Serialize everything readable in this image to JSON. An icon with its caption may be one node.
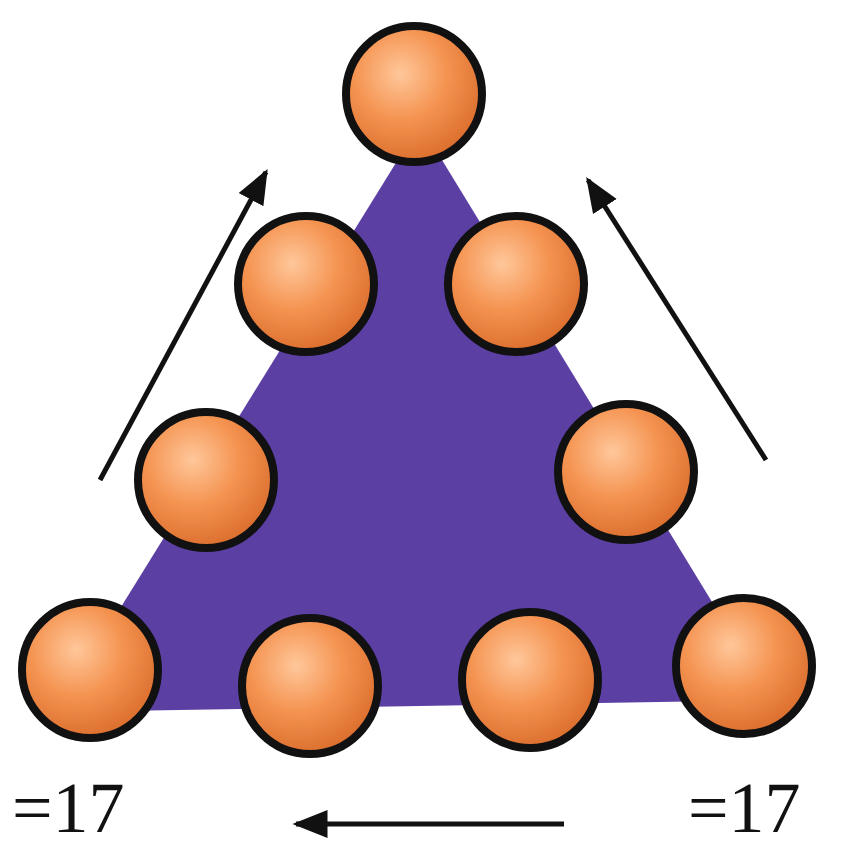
{
  "diagram": {
    "nodes": [
      {
        "text": [],
        "shape": "circle"
      },
      {
        "text": [],
        "shape": "circle"
      },
      {
        "text": [],
        "shape": "circle"
      },
      {
        "text": [],
        "shape": "circle"
      },
      {
        "text": [],
        "shape": "circle"
      },
      {
        "text": [],
        "shape": "circle"
      },
      {
        "text": [],
        "shape": "circle"
      },
      {
        "text": [],
        "shape": "circle"
      },
      {
        "text": [],
        "shape": "circle"
      }
    ],
    "labels": [
      "=17",
      "=17"
    ]
  }
}
